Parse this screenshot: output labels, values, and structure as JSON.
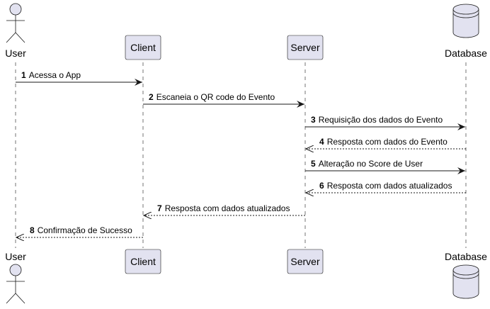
{
  "diagram": {
    "type": "sequence",
    "colors": {
      "participant_fill": "#e2e2f0",
      "participant_stroke": "#181818",
      "lifeline": "#181818",
      "arrow": "#181818",
      "background": "#ffffff"
    },
    "participants": [
      {
        "id": "user",
        "name": "User",
        "shape": "actor"
      },
      {
        "id": "client",
        "name": "Client",
        "shape": "box"
      },
      {
        "id": "server",
        "name": "Server",
        "shape": "box"
      },
      {
        "id": "database",
        "name": "Database",
        "shape": "database"
      }
    ],
    "messages": [
      {
        "num": "1",
        "text": "Acessa o App",
        "from": "user",
        "to": "client",
        "style": "solid"
      },
      {
        "num": "2",
        "text": "Escaneia o QR code do Evento",
        "from": "client",
        "to": "server",
        "style": "solid"
      },
      {
        "num": "3",
        "text": "Requisição dos dados do Evento",
        "from": "server",
        "to": "database",
        "style": "solid"
      },
      {
        "num": "4",
        "text": "Resposta com dados do Evento",
        "from": "database",
        "to": "server",
        "style": "dashed"
      },
      {
        "num": "5",
        "text": "Alteração no Score de User",
        "from": "server",
        "to": "database",
        "style": "solid"
      },
      {
        "num": "6",
        "text": "Resposta com dados atualizados",
        "from": "database",
        "to": "server",
        "style": "dashed"
      },
      {
        "num": "7",
        "text": "Resposta com dados atualizados",
        "from": "server",
        "to": "client",
        "style": "dashed"
      },
      {
        "num": "8",
        "text": "Confirmação de Sucesso",
        "from": "client",
        "to": "user",
        "style": "dashed"
      }
    ]
  }
}
